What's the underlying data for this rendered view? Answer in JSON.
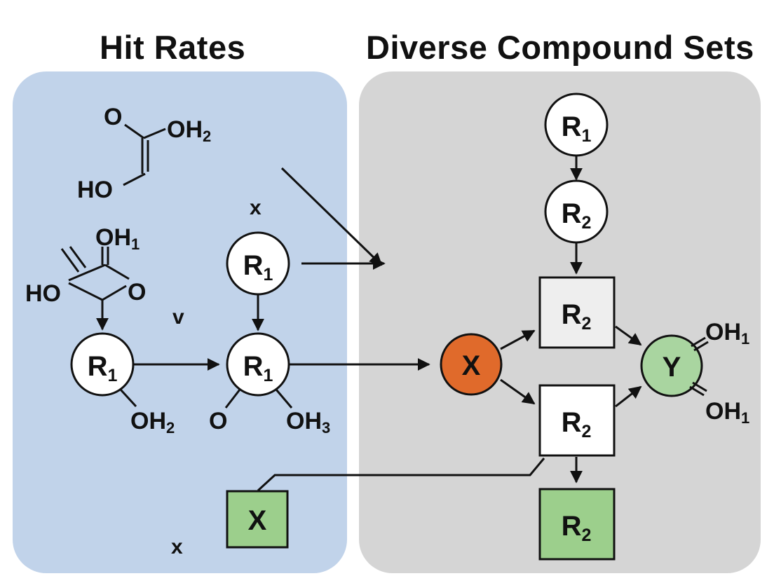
{
  "titles": {
    "left": "Hit Rates",
    "right": "Diverse Compound Sets"
  },
  "colors": {
    "left_panel": "#c1d3ea",
    "right_panel": "#d5d5d5",
    "node_x": "#e06a2b",
    "node_y": "#a9d5a0",
    "green_box": "#9ccf8c",
    "white_node": "#ffffff"
  },
  "molecule_top": {
    "o": "O",
    "oh": "OH",
    "oh_sub": "2",
    "ho": "HO"
  },
  "molecule_mid": {
    "oh": "OH",
    "oh_sub": "1",
    "ho": "HO",
    "o": "O"
  },
  "markers": {
    "x_top": "x",
    "v": "v",
    "x_bottom": "x"
  },
  "nodes": {
    "left_r1": {
      "label": "R",
      "sub": "1",
      "oh": "OH",
      "oh_sub": "2"
    },
    "mid_r1_top": {
      "label": "R",
      "sub": "1"
    },
    "mid_r1": {
      "label": "R",
      "sub": "1",
      "o": "O",
      "oh": "OH",
      "oh_sub": "3"
    },
    "green_x": {
      "label": "X"
    },
    "right_r1": {
      "label": "R",
      "sub": "1"
    },
    "right_r2": {
      "label": "R",
      "sub": "2"
    },
    "box_r2_top": {
      "label": "R",
      "sub": "2"
    },
    "node_x": {
      "label": "X"
    },
    "box_r2_mid": {
      "label": "R",
      "sub": "2"
    },
    "box_r2_green": {
      "label": "R",
      "sub": "2"
    },
    "node_y": {
      "label": "Y",
      "oh_top": "OH",
      "oh_top_sub": "1",
      "oh_bottom": "OH",
      "oh_bottom_sub": "1"
    }
  }
}
